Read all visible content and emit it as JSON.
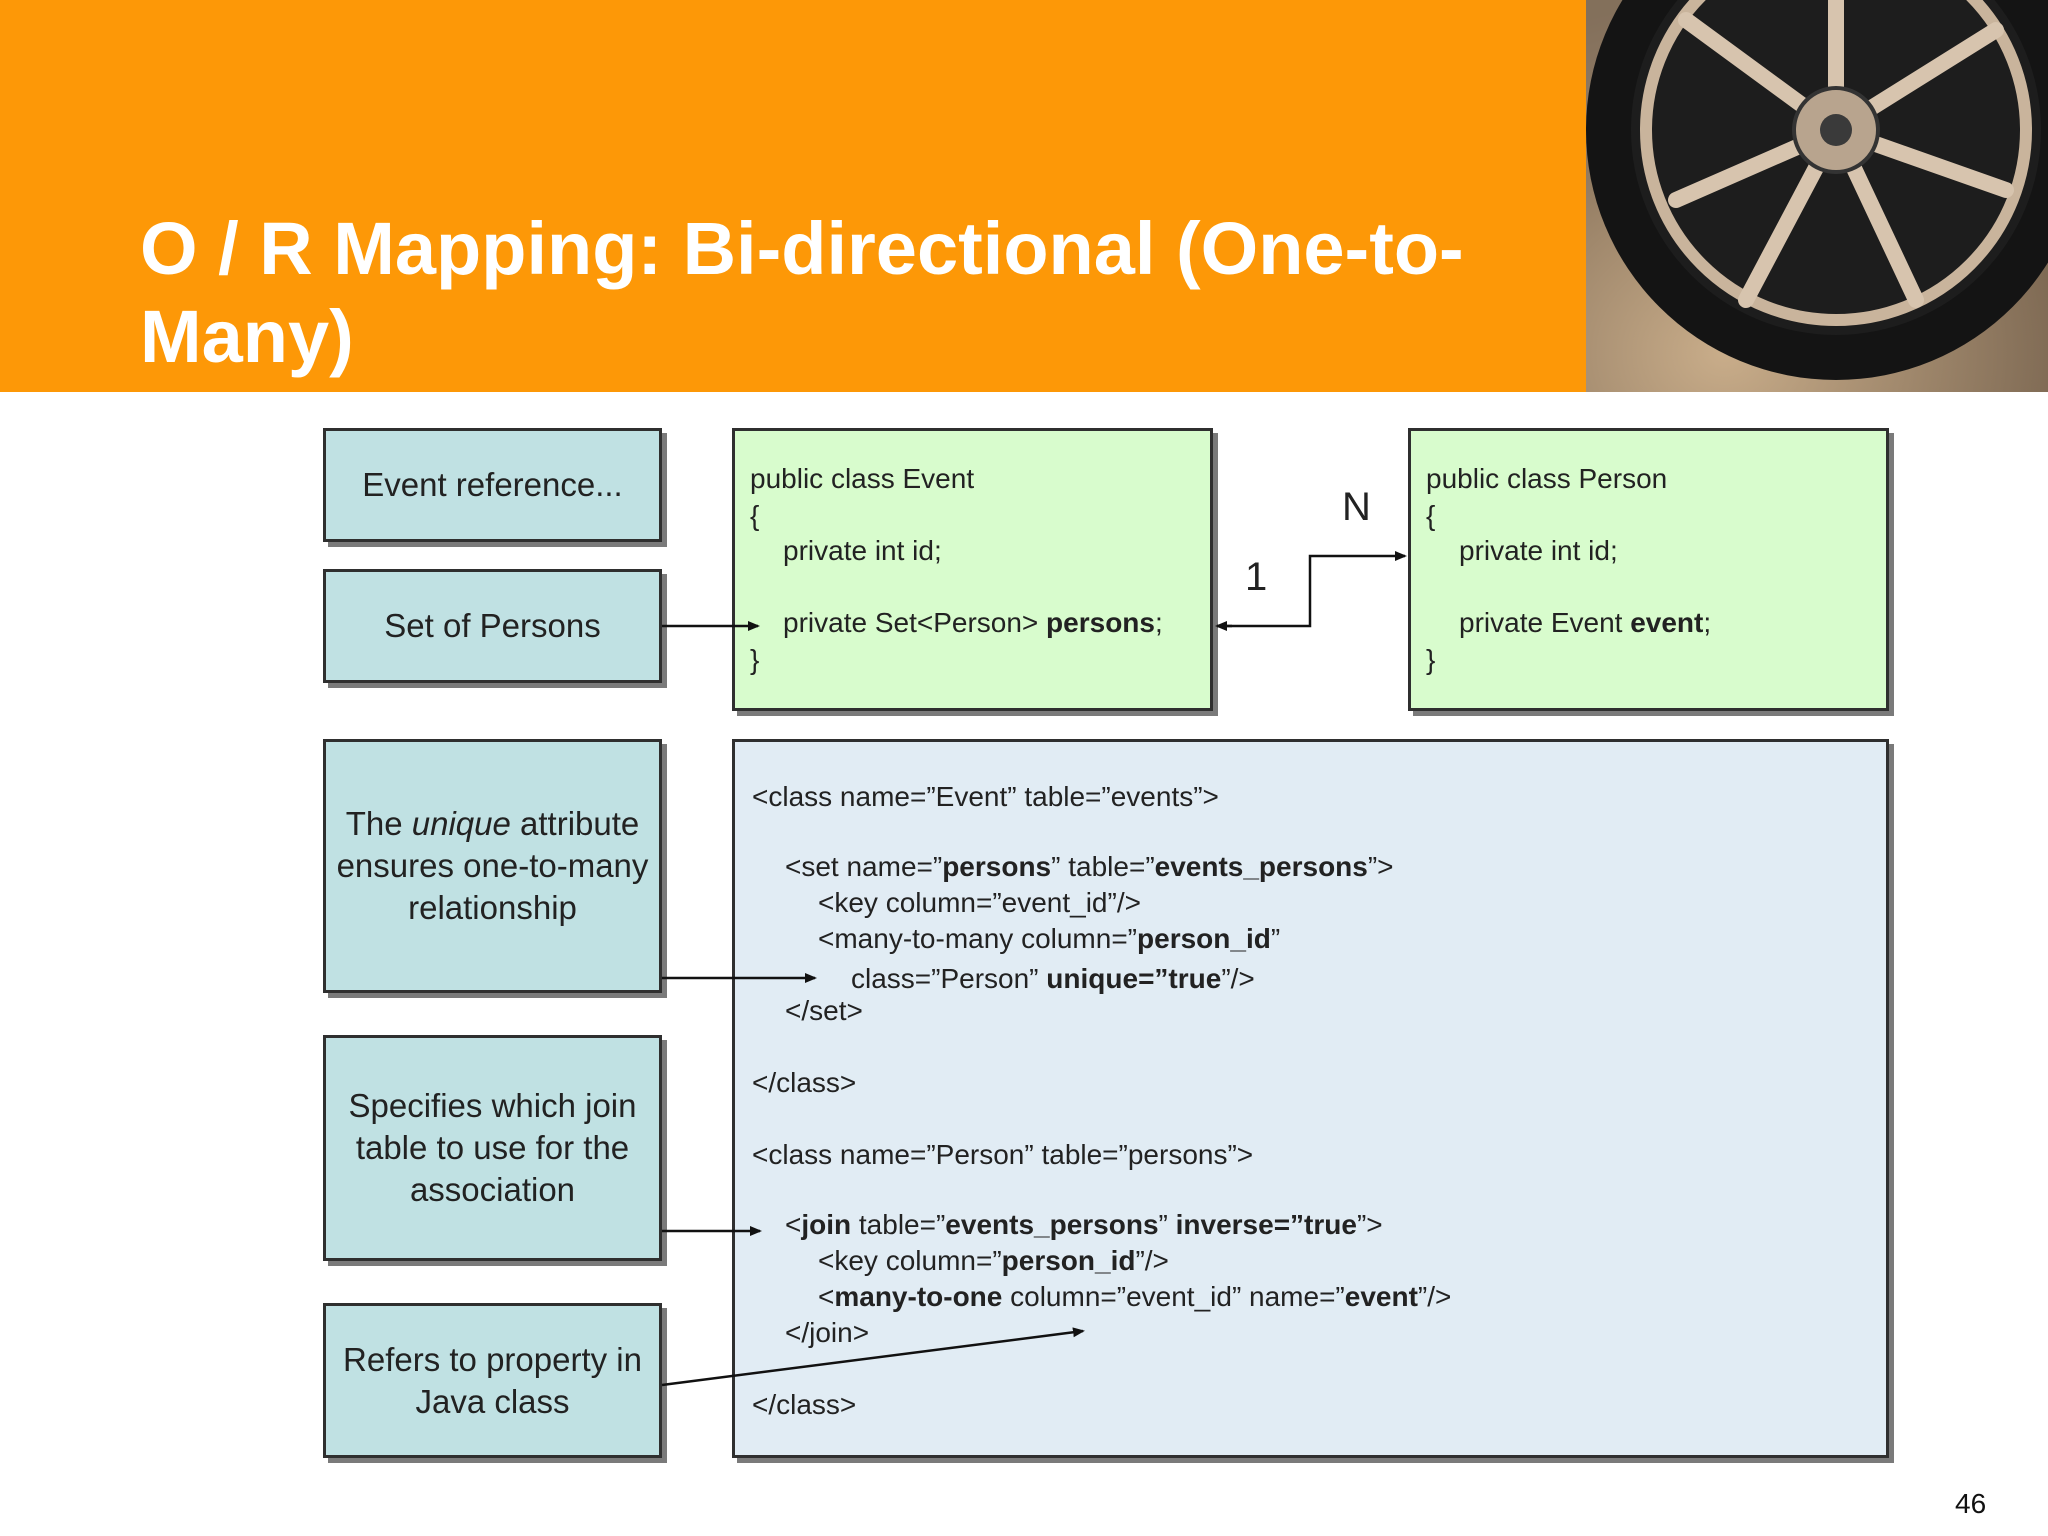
{
  "title": "O / R Mapping: Bi-directional (One-to-Many)",
  "page_number": "46",
  "notes": {
    "event_reference": "Event reference...",
    "set_of_persons": "Set of Persons",
    "unique_pre": "The ",
    "unique_word": "unique",
    "unique_post": " attribute ensures one-to-many relationship",
    "join_table": "Specifies which join table to use for the association",
    "refers_property": "Refers to property in Java class"
  },
  "event_class": {
    "header": "public class Event",
    "open_brace": "{",
    "field_id": "private int id;",
    "field_set_pre": "private Set<Person> ",
    "field_set_bold": "persons",
    "field_set_post": ";",
    "close_brace": "}"
  },
  "person_class": {
    "header": "public class Person",
    "open_brace": "{",
    "field_id": "private int id;",
    "field_event_pre": "private Event ",
    "field_event_bold": "event",
    "field_event_post": ";",
    "close_brace": "}"
  },
  "relation": {
    "one": "1",
    "many": "N"
  },
  "xml": {
    "l1": "<class name=”Event” table=”events”>",
    "l2_a": "<set name=”",
    "l2_b": "persons",
    "l2_c": "” table=”",
    "l2_d": "events_persons",
    "l2_e": "”>",
    "l3": "<key column=”event_id”/>",
    "l4_a": "<many-to-many column=”",
    "l4_b": "person_id",
    "l4_c": "”",
    "l5_a": "class=”Person” ",
    "l5_b": "unique=”true",
    "l5_c": "”/>",
    "l6": "</set>",
    "l7": "</class>",
    "l8": "<class name=”Person” table=”persons”>",
    "l9_a": "<",
    "l9_b": "join",
    "l9_c": " table=”",
    "l9_d": "events_persons",
    "l9_e": "” ",
    "l9_f": "inverse=”true",
    "l9_g": "”>",
    "l10_a": "<key column=”",
    "l10_b": "person_id",
    "l10_c": "”/>",
    "l11_a": "<",
    "l11_b": "many-to-one",
    "l11_c": " column=”event_id” name=”",
    "l11_d": "event",
    "l11_e": "”/>",
    "l12": "</join>",
    "l13": "</class>"
  }
}
